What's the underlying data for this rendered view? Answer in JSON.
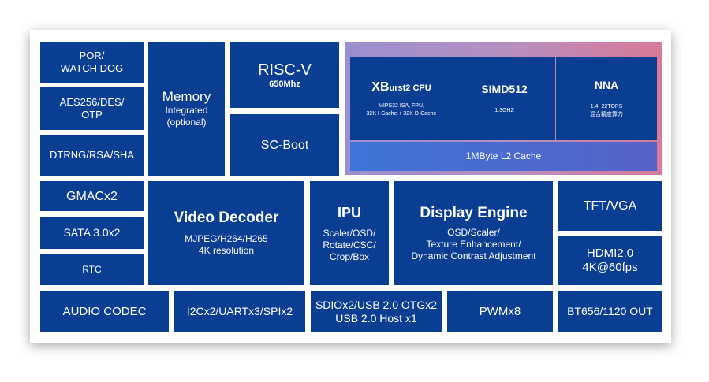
{
  "blocks": {
    "por": [
      "POR/",
      "WATCH DOG"
    ],
    "aes": [
      "AES256/DES/",
      "OTP"
    ],
    "dtrng": "DTRNG/RSA/SHA",
    "memory": {
      "title": "Memory",
      "sub": [
        "Integrated",
        "(optional)"
      ]
    },
    "riscv": {
      "title": "RISC-V",
      "sub": "650Mhz"
    },
    "scboot": "SC-Boot",
    "cpu": {
      "title_big": "XB",
      "title_small": "urst2 CPU",
      "sub": [
        "MIPS32 ISA, FPU,",
        "32K I-Cache + 32K D-Cache"
      ]
    },
    "simd": {
      "title": "SIMD512",
      "sub": "1.3GHZ"
    },
    "nna": {
      "title": "NNA",
      "sub": [
        "1.4~22TOPS",
        "混合精度算力"
      ]
    },
    "l2cache": "1MByte L2 Cache",
    "gmac": "GMACx2",
    "sata": "SATA 3.0x2",
    "rtc": "RTC",
    "video": {
      "title": "Video Decoder",
      "sub": [
        "MJPEG/H264/H265",
        "4K resolution"
      ]
    },
    "ipu": {
      "title": "IPU",
      "sub": [
        "Scaler/OSD/",
        "Rotate/CSC/",
        "Crop/Box"
      ]
    },
    "display": {
      "title": "Display Engine",
      "sub": [
        "OSD/Scaler/",
        "Texture Enhancement/",
        "Dynamic Contrast Adjustment"
      ]
    },
    "tft": "TFT/VGA",
    "hdmi": [
      "HDMI2.0",
      "4K@60fps"
    ],
    "audio": "AUDIO CODEC",
    "i2c": "I2Cx2/UARTx3/SPIx2",
    "sdio": [
      "SDIOx2/USB 2.0 OTGx2",
      "USB 2.0 Host x1"
    ],
    "pwm": "PWMx8",
    "bt": "BT656/1120 OUT"
  },
  "colors": {
    "block": "#0a3e93",
    "card": "#ffffff",
    "cpu_region_start": "#9b8fd0",
    "cpu_region_end": "#d87a98",
    "l2_start": "#3f74d8",
    "l2_end": "#5662c8"
  }
}
